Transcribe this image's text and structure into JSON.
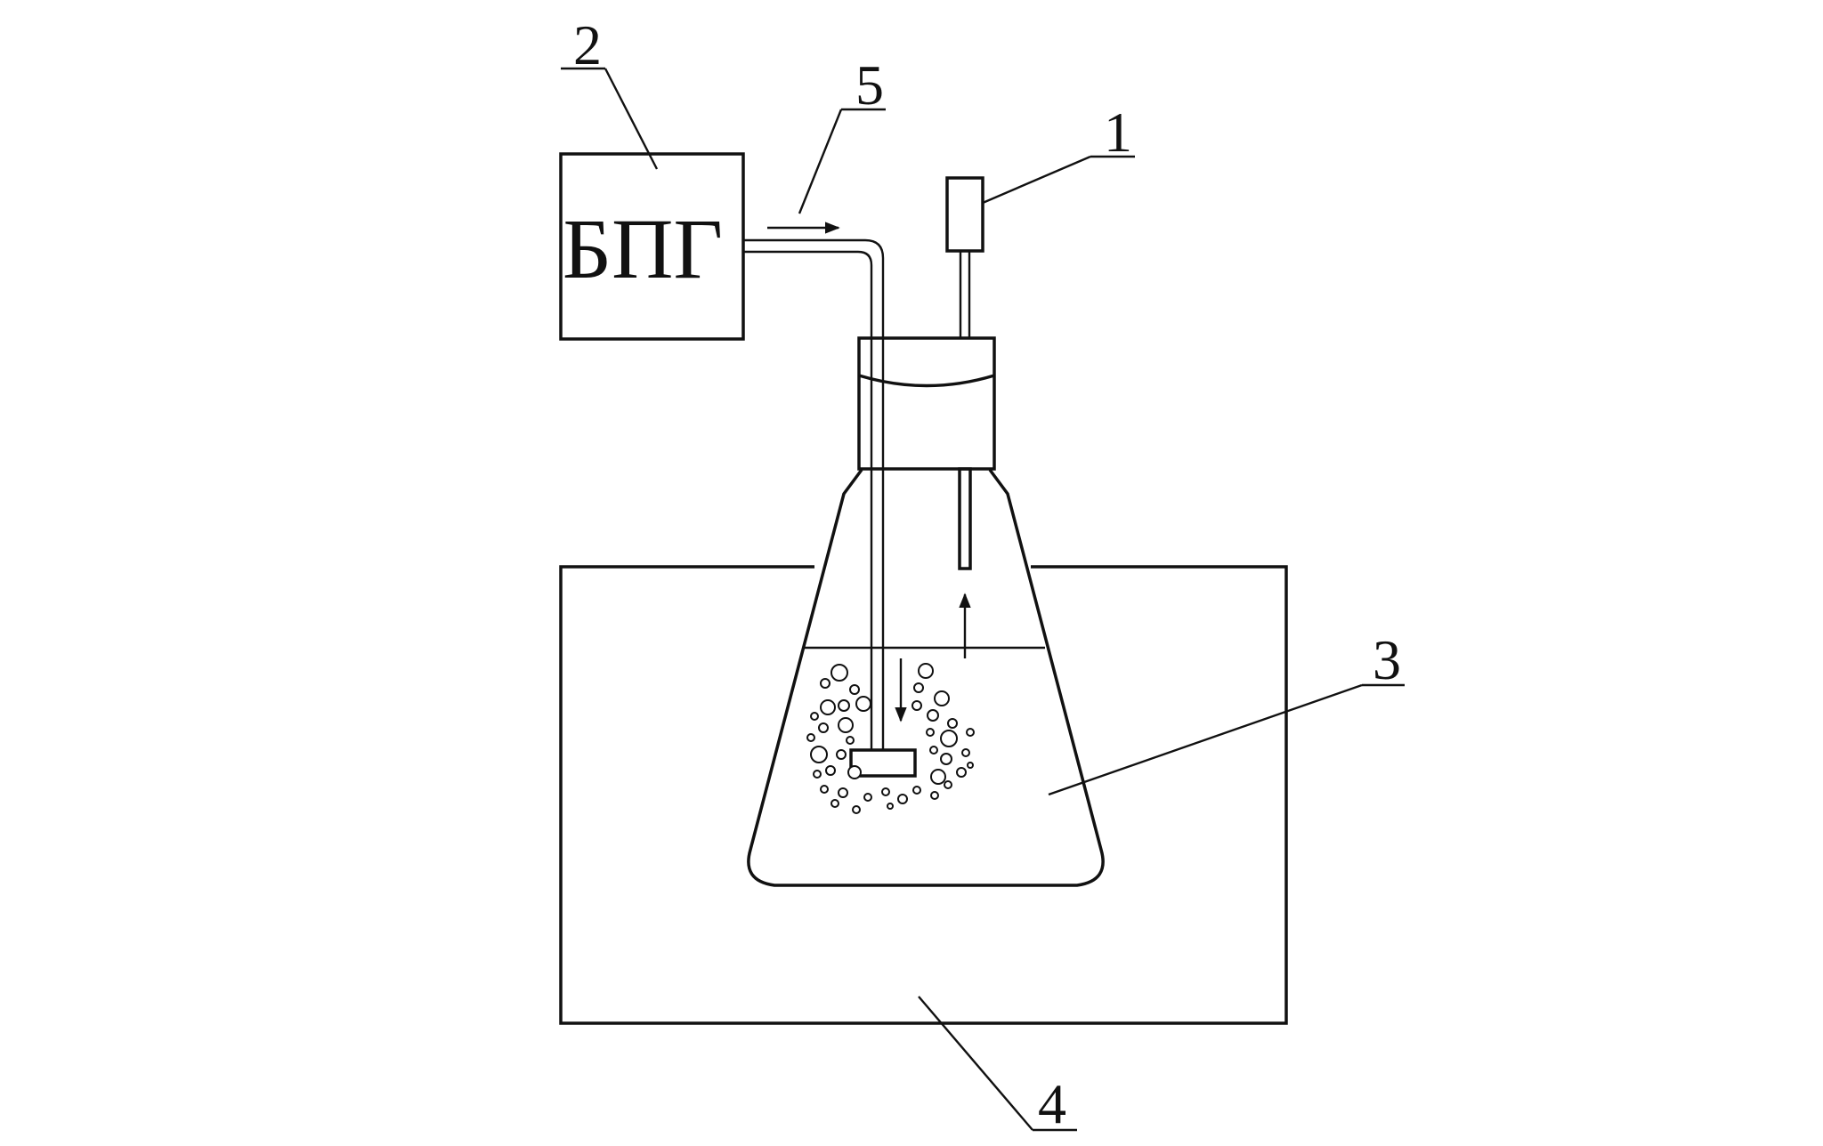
{
  "box_text": "БПГ",
  "labels": {
    "sensor": "1",
    "generator": "2",
    "liquid": "3",
    "bath": "4",
    "gas_flow": "5"
  },
  "colors": {
    "line": "#111111",
    "background": "#ffffff"
  }
}
